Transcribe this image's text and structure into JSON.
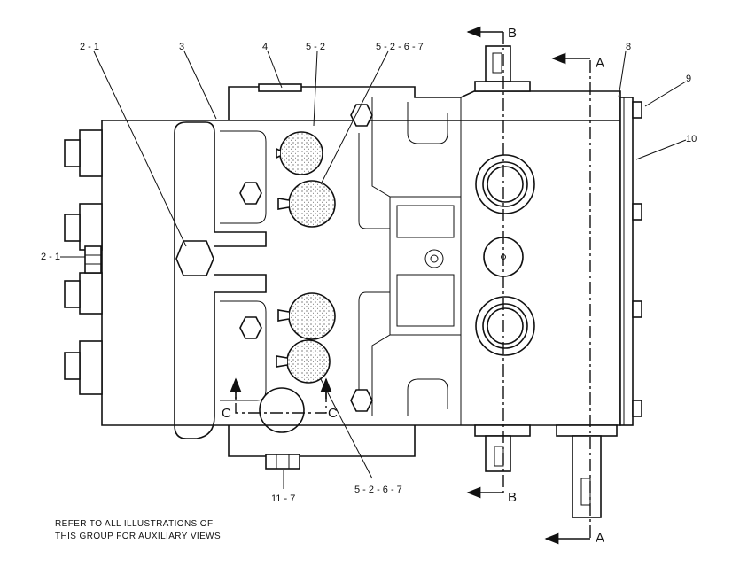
{
  "callouts": {
    "c_2_1_top": "2 - 1",
    "c_3": "3",
    "c_4": "4",
    "c_5_2": "5 - 2",
    "c_5_2_6_7_top": "5 - 2 - 6 - 7",
    "c_8": "8",
    "c_9": "9",
    "c_10": "10",
    "c_2_1_left": "2 - 1",
    "c_5_2_6_7_bottom": "5 - 2 - 6 - 7",
    "c_11_7": "11 - 7"
  },
  "sections": {
    "b_top": "B",
    "b_bottom": "B",
    "a_top": "A",
    "a_bottom": "A",
    "c_left": "C",
    "c_right": "C"
  },
  "note": {
    "line1": "REFER TO ALL ILLUSTRATIONS OF",
    "line2": "THIS GROUP FOR AUXILIARY VIEWS"
  }
}
